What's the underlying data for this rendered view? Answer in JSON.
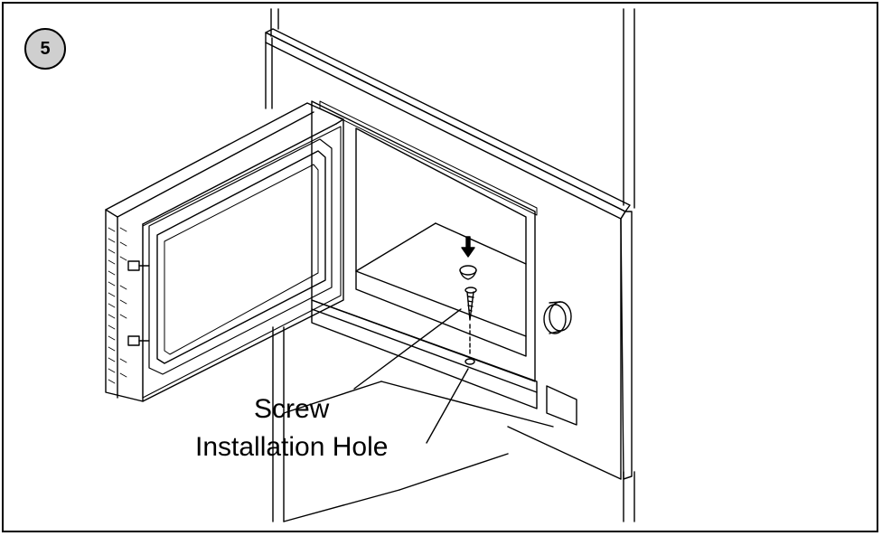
{
  "step_number": "5",
  "labels": {
    "screw": "Screw",
    "hole": "Installation Hole"
  },
  "colors": {
    "line": "#000000",
    "badge_fill": "#cfcfcf",
    "background": "#ffffff"
  }
}
